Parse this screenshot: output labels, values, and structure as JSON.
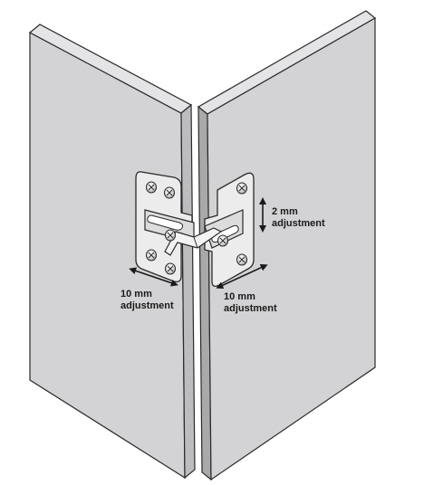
{
  "labels": {
    "vertical": {
      "value": "2 mm",
      "text": "adjustment"
    },
    "left": {
      "value": "10 mm",
      "text": "adjustment"
    },
    "right": {
      "value": "10 mm",
      "text": "adjustment"
    }
  },
  "colors": {
    "panel_face": "#d3d3d5",
    "panel_edge": "#bdbdbf",
    "panel_dark": "#a9a9ab",
    "outline": "#2a2a2a",
    "hinge_metal": "#ececec",
    "hinge_shadow": "#b8b8b8"
  },
  "icons": {
    "arrow_vertical": "double-arrow-vertical-icon",
    "arrow_left": "double-arrow-diagonal-icon",
    "arrow_right": "double-arrow-diagonal-icon",
    "screw": "phillips-screw-icon"
  }
}
